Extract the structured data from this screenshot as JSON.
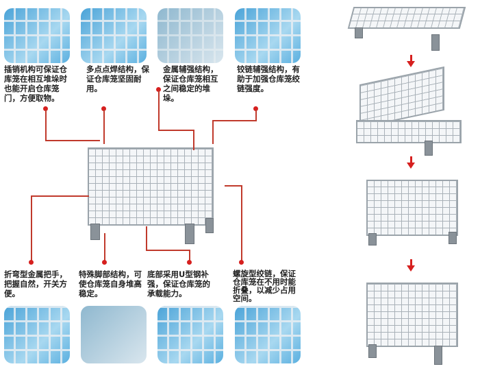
{
  "top_features": [
    {
      "text": "插销机构可保证仓库笼在相互堆垛时也能开启仓库笼门，方便取物。"
    },
    {
      "text": "多点点焊结构，保证仓库笼坚固耐用。"
    },
    {
      "text": "金属辅强结构，保证仓库笼相互之间稳定的堆垛。"
    },
    {
      "text": "铰链辅强结构，有助于加强仓库笼绞链强度。"
    }
  ],
  "bottom_features": [
    {
      "text": "折弯型金属把手，把握自然，开关方便。"
    },
    {
      "text": "特殊脚部结构，可使仓库笼自身堆高稳定。"
    },
    {
      "text": "底部采用U型钢补强，保证仓库笼的承载能力。"
    },
    {
      "text": "螺旋型绞链，保证仓库笼在不用时能折叠，以减少占用空间。"
    }
  ],
  "colors": {
    "accent": "#d6201f",
    "thumb": "#4aa3d8"
  }
}
